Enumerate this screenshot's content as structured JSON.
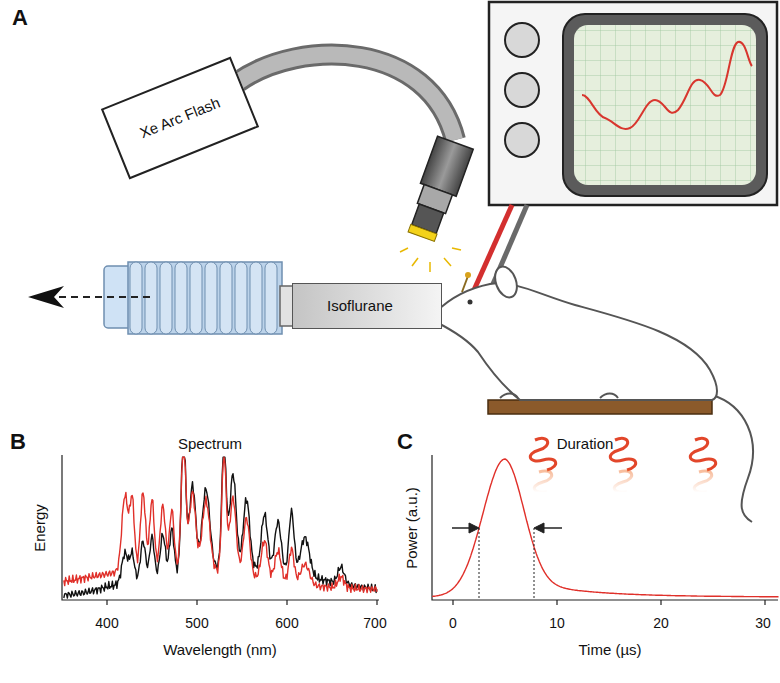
{
  "diagram": {
    "nodes": [
      {
        "text": [
          "Xe Arc Flash"
        ]
      },
      {
        "text": [
          "Isoflurane"
        ]
      }
    ],
    "labels": [
      "A",
      "B",
      "Spectrum",
      "Energy",
      "400",
      "500",
      "600",
      "700",
      "Wavelength (nm)",
      "C",
      "Duration",
      "Power (a.u.)",
      "0",
      "10",
      "20",
      "30",
      "Time (µs)"
    ]
  }
}
